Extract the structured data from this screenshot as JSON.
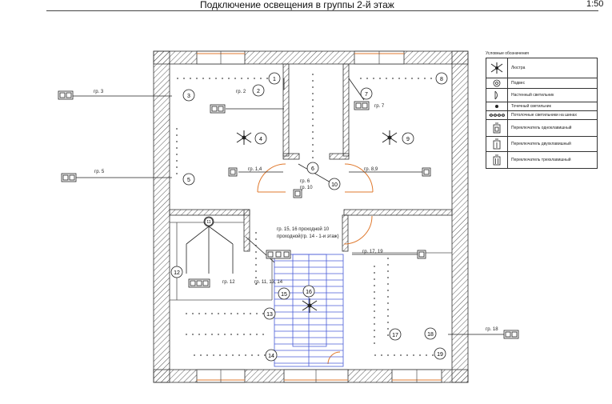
{
  "header": {
    "title": "Подключение освещения в группы 2-й этаж",
    "scale": "1:50"
  },
  "legend": {
    "title": "Условные обозначения",
    "items": [
      {
        "icon": "chandelier-icon",
        "label": "Люстра"
      },
      {
        "icon": "pendant-icon",
        "label": "Подвес"
      },
      {
        "icon": "wall-light-icon",
        "label": "Настенный светильник"
      },
      {
        "icon": "spot-light-icon",
        "label": "Точечный светильник"
      },
      {
        "icon": "ceiling-track-icon",
        "label": "Потолочные светильники на шинах"
      },
      {
        "icon": "switch-single-icon",
        "label": "Переключатель одноклавишный"
      },
      {
        "icon": "switch-double-icon",
        "label": "Переключатель двухклавишный"
      },
      {
        "icon": "switch-triple-icon",
        "label": "Переключатель трехклавишный"
      }
    ]
  },
  "plan": {
    "markers": [
      "1",
      "2",
      "3",
      "4",
      "5",
      "6",
      "7",
      "8",
      "9",
      "10",
      "11",
      "12",
      "13",
      "14",
      "15",
      "16",
      "17",
      "18",
      "19"
    ],
    "group_labels": {
      "gr3": "гр. 3",
      "gr5": "гр. 5",
      "gr2": "гр. 2",
      "gr7": "гр. 7",
      "gr14": "гр. 1,4",
      "gr89": "гр. 8,9",
      "gr6": "гр. 6",
      "gr10": "гр. 10",
      "gr1516": "гр. 15, 16 проходной 10",
      "pass": "проходной(гр. 14 - 1-и этаж)",
      "gr1719": "гр. 17, 19",
      "gr12": "гр. 12",
      "gr111314": "гр. 11, 13, 14",
      "gr18": "гр. 18"
    }
  },
  "colors": {
    "line": "#222222",
    "hatch": "#555555",
    "door": "#e07a2f",
    "stair": "#4a5cd8"
  }
}
